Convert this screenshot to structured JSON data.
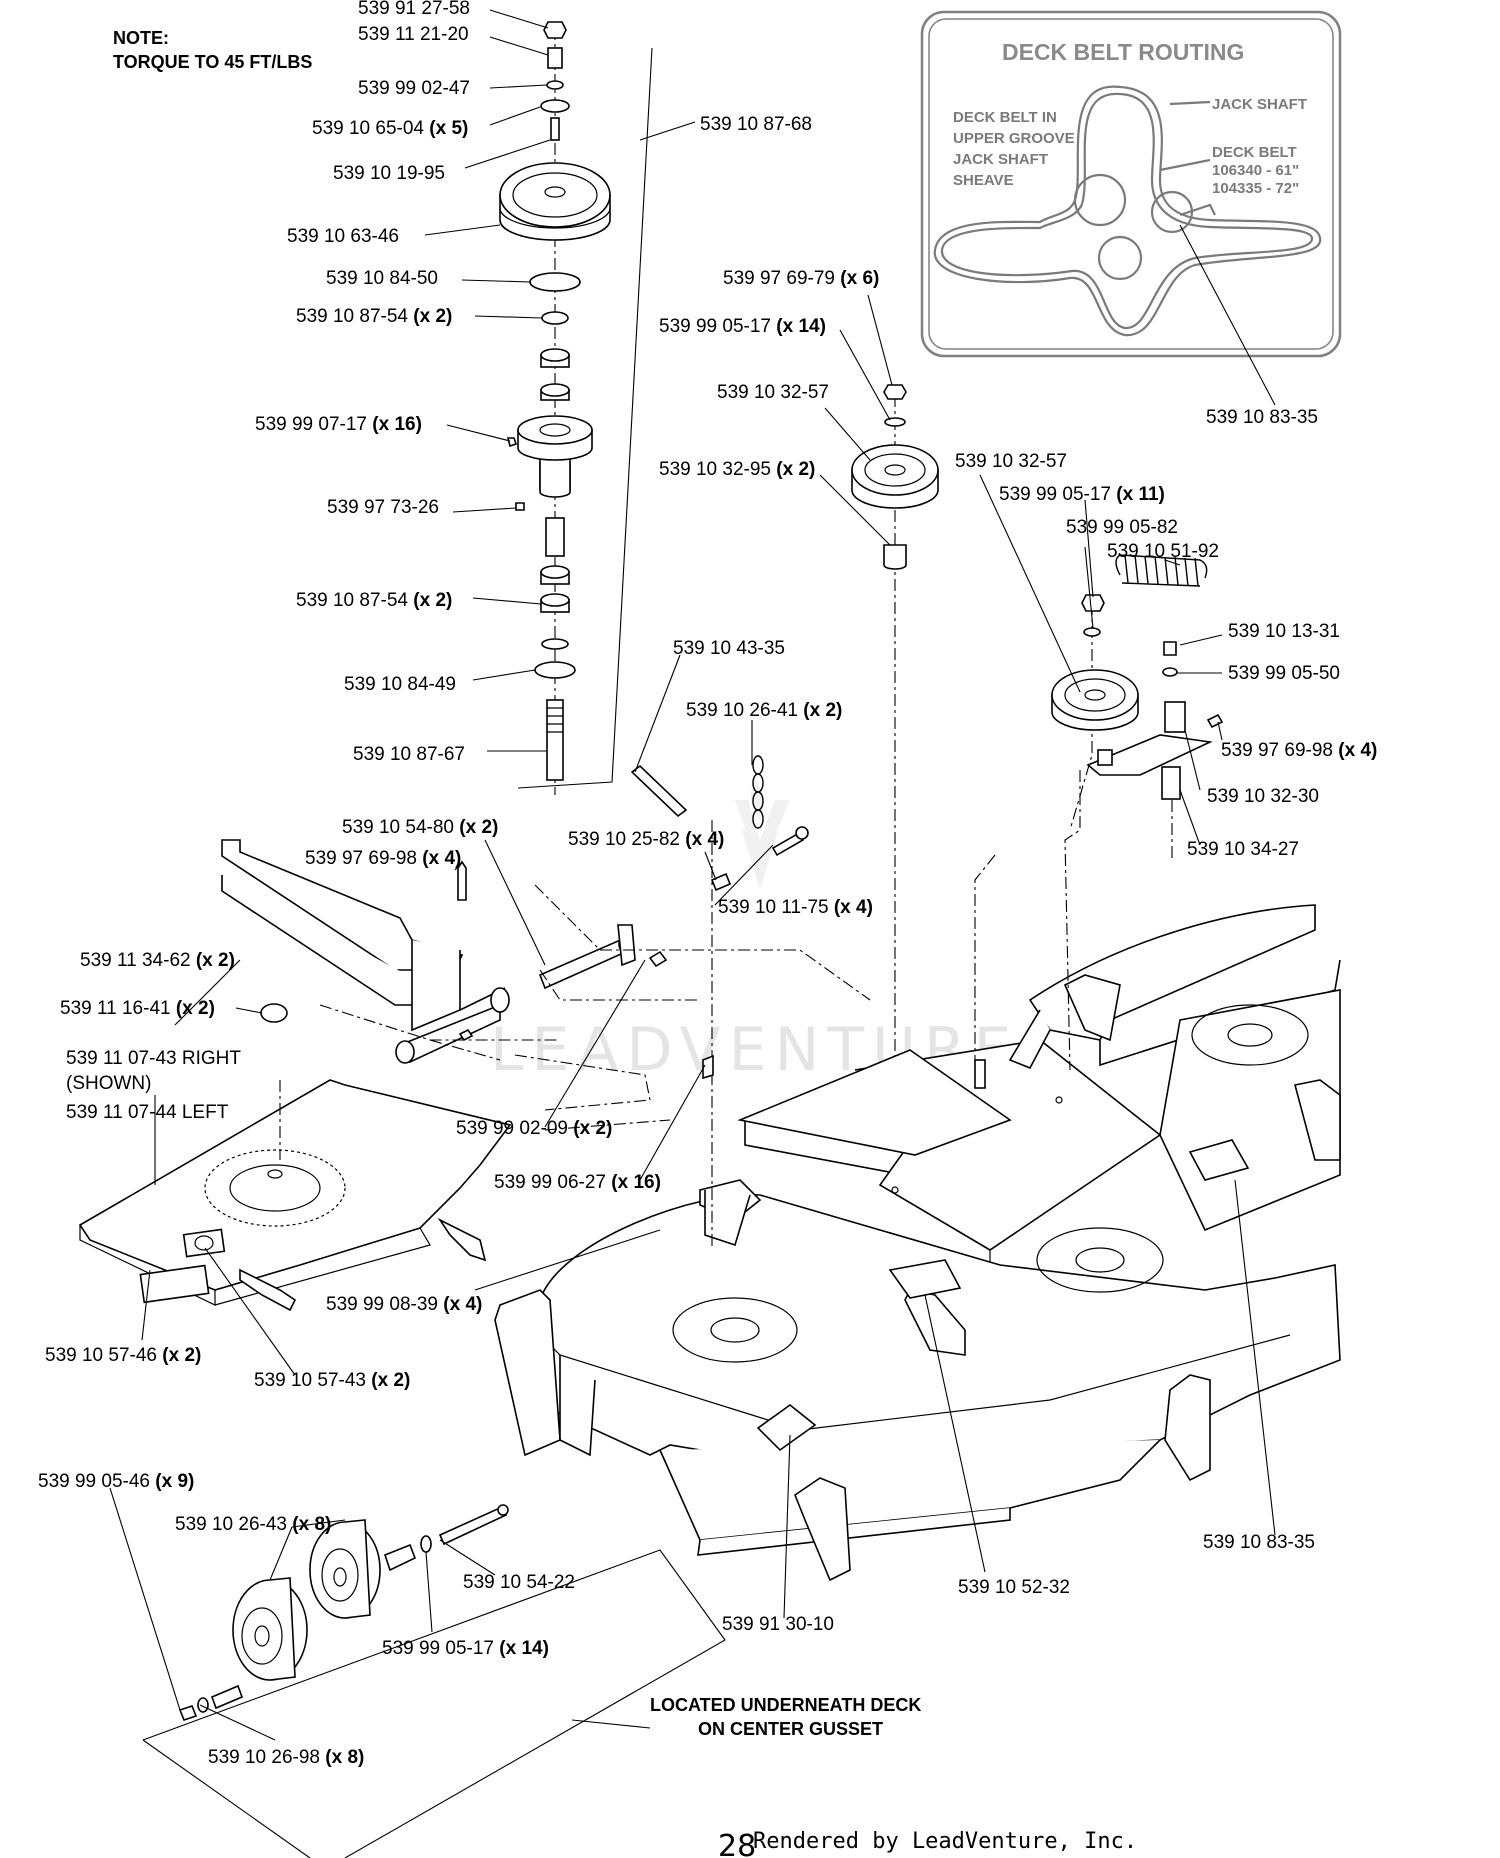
{
  "note": {
    "line1": "NOTE:",
    "line2": "TORQUE TO 45 FT/LBS"
  },
  "inset": {
    "title": "DECK BELT ROUTING",
    "upper_groove": [
      "DECK BELT IN",
      "UPPER GROOVE",
      "JACK SHAFT",
      "SHEAVE"
    ],
    "jack_shaft": "JACK SHAFT",
    "deck_belt": [
      "DECK BELT",
      "106340 - 61\"",
      "104335 - 72\""
    ]
  },
  "labels": [
    {
      "part": "539 91 27-58",
      "qty": ""
    },
    {
      "part": "539 11 21-20",
      "qty": ""
    },
    {
      "part": "539 99 02-47",
      "qty": ""
    },
    {
      "part": "539 10 65-04",
      "qty": "(x 5)"
    },
    {
      "part": "539 10 87-68",
      "qty": ""
    },
    {
      "part": "539 10 19-95",
      "qty": ""
    },
    {
      "part": "539 10 63-46",
      "qty": ""
    },
    {
      "part": "539 10 84-50",
      "qty": ""
    },
    {
      "part": "539 10 87-54",
      "qty": "(x 2)"
    },
    {
      "part": "539 99 07-17",
      "qty": "(x 16)"
    },
    {
      "part": "539 97 73-26",
      "qty": ""
    },
    {
      "part": "539 10 87-54",
      "qty": "(x 2)"
    },
    {
      "part": "539 10 84-49",
      "qty": ""
    },
    {
      "part": "539 10 87-67",
      "qty": ""
    },
    {
      "part": "539 97 69-79",
      "qty": "(x 6)"
    },
    {
      "part": "539 99 05-17",
      "qty": "(x 14)"
    },
    {
      "part": "539 10 32-57",
      "qty": ""
    },
    {
      "part": "539 10 32-95",
      "qty": "(x 2)"
    },
    {
      "part": "539 10 83-35",
      "qty": ""
    },
    {
      "part": "539 10 32-57",
      "qty": ""
    },
    {
      "part": "539 99 05-17",
      "qty": "(x 11)"
    },
    {
      "part": "539 99 05-82",
      "qty": ""
    },
    {
      "part": "539 10 51-92",
      "qty": ""
    },
    {
      "part": "539 10 13-31",
      "qty": ""
    },
    {
      "part": "539 99 05-50",
      "qty": ""
    },
    {
      "part": "539 97 69-98",
      "qty": "(x 4)"
    },
    {
      "part": "539 10 32-30",
      "qty": ""
    },
    {
      "part": "539 10 34-27",
      "qty": ""
    },
    {
      "part": "539 10 43-35",
      "qty": ""
    },
    {
      "part": "539 10 26-41",
      "qty": "(x 2)"
    },
    {
      "part": "539 10 54-80",
      "qty": "(x 2)"
    },
    {
      "part": "539 97 69-98",
      "qty": "(x 4)"
    },
    {
      "part": "539 10 25-82",
      "qty": "(x 4)"
    },
    {
      "part": "539 10 11-75",
      "qty": "(x 4)"
    },
    {
      "part": "539 11 34-62",
      "qty": "(x 2)"
    },
    {
      "part": "539 11 16-41",
      "qty": "(x 2)"
    },
    {
      "part": "539 11 07-43 RIGHT",
      "qty": ""
    },
    {
      "part": "(SHOWN)",
      "qty": ""
    },
    {
      "part": "539 11 07-44 LEFT",
      "qty": ""
    },
    {
      "part": "539 99 02-09",
      "qty": "(x 2)"
    },
    {
      "part": "539 99 06-27",
      "qty": "(x 16)"
    },
    {
      "part": "539 99 08-39",
      "qty": "(x 4)"
    },
    {
      "part": "539 10 57-46",
      "qty": "(x 2)"
    },
    {
      "part": "539 10 57-43",
      "qty": "(x 2)"
    },
    {
      "part": "539 99 05-46",
      "qty": "(x 9)"
    },
    {
      "part": "539 10 26-43",
      "qty": "(x 8)"
    },
    {
      "part": "539 10 54-22",
      "qty": ""
    },
    {
      "part": "539 99 05-17",
      "qty": "(x 14)"
    },
    {
      "part": "539 10 26-98",
      "qty": "(x 8)"
    },
    {
      "part": "539 91 30-10",
      "qty": ""
    },
    {
      "part": "539 10 52-32",
      "qty": ""
    },
    {
      "part": "539 10 83-35",
      "qty": ""
    }
  ],
  "underneath": {
    "line1": "LOCATED UNDERNEATH DECK",
    "line2": "ON CENTER GUSSET"
  },
  "footer": {
    "page": "28",
    "credit": "Rendered by LeadVenture, Inc."
  },
  "watermark": "LEADVENTURE"
}
